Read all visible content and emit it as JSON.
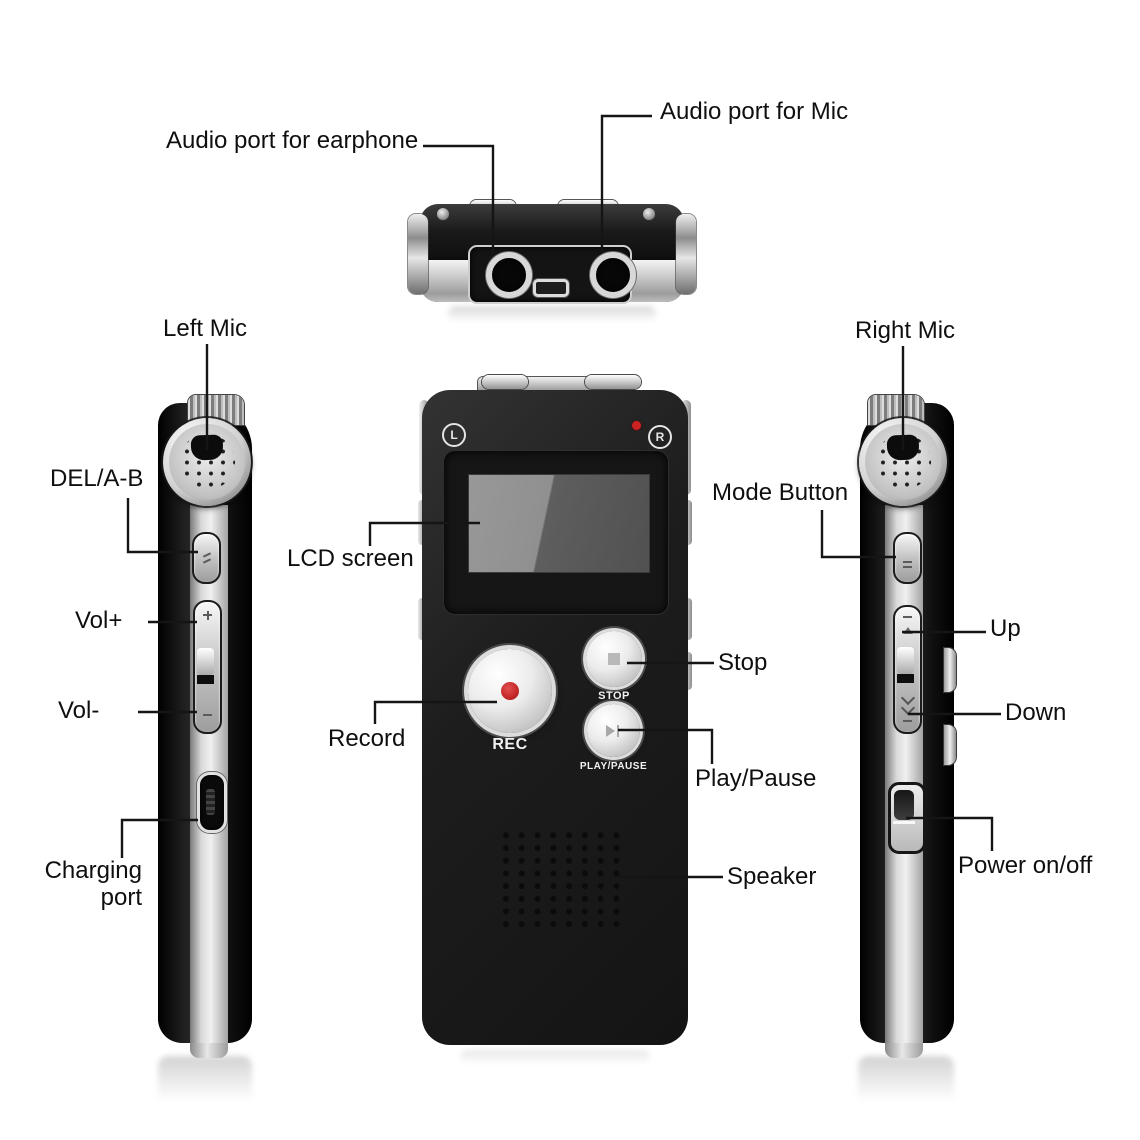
{
  "figure": {
    "type": "product-annotation-diagram",
    "subject": "Digital voice recorder shown in four views (top, left side, front, right side) with feature callouts"
  },
  "callouts": {
    "audio_earphone": "Audio port for earphone",
    "audio_mic": "Audio port for Mic",
    "left_mic": "Left Mic",
    "del_ab": "DEL/A-B",
    "vol_plus": "Vol+",
    "vol_minus": "Vol-",
    "charging_line1": "Charging",
    "charging_line2": "port",
    "lcd": "LCD screen",
    "record": "Record",
    "stop": "Stop",
    "play_pause": "Play/Pause",
    "speaker": "Speaker",
    "right_mic": "Right Mic",
    "mode": "Mode Button",
    "up": "Up",
    "down": "Down",
    "power": "Power on/off"
  },
  "device_markings": {
    "rec": "REC",
    "stop": "STOP",
    "play_pause": "PLAY/PAUSE",
    "left_channel": "L",
    "right_channel": "R"
  },
  "colors": {
    "background": "#ffffff",
    "label_text": "#0f0f0f",
    "leader_line": "#151515",
    "device_black": "#1b1b1b",
    "chrome": "#d9d9d9",
    "record_dot_red": "#c52727"
  }
}
